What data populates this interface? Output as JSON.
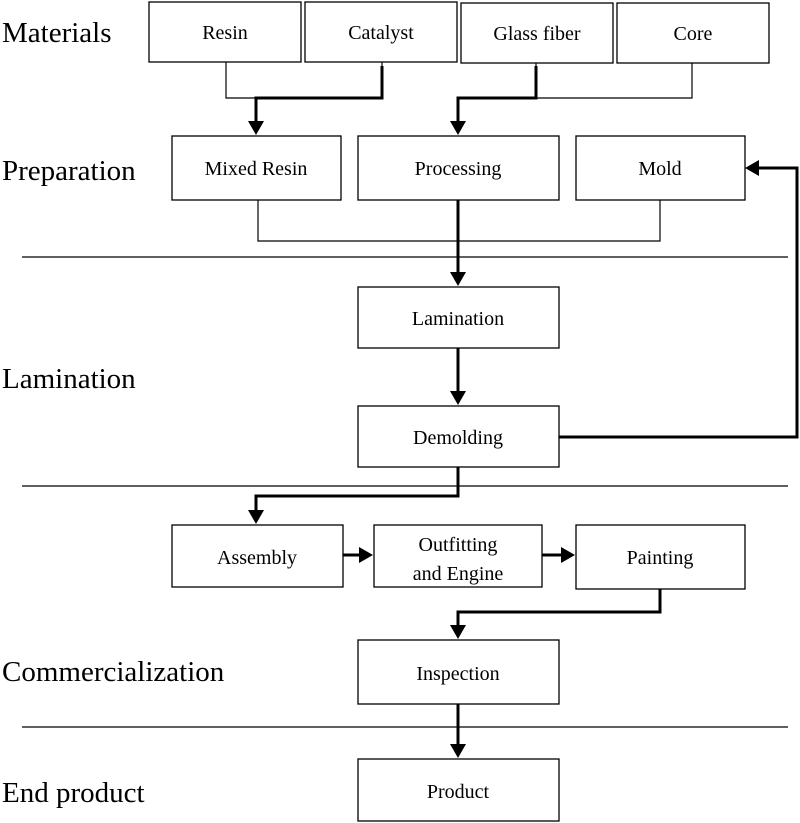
{
  "stages": {
    "materials": "Materials",
    "preparation": "Preparation",
    "lamination": "Lamination",
    "commercialization": "Commercialization",
    "end_product": "End product"
  },
  "nodes": {
    "resin": "Resin",
    "catalyst": "Catalyst",
    "glass_fiber": "Glass fiber",
    "core": "Core",
    "mixed_resin": "Mixed Resin",
    "processing": "Processing",
    "mold": "Mold",
    "lamination": "Lamination",
    "demolding": "Demolding",
    "assembly": "Assembly",
    "outfitting_line1": "Outfitting",
    "outfitting_line2": "and Engine",
    "painting": "Painting",
    "inspection": "Inspection",
    "product": "Product"
  }
}
